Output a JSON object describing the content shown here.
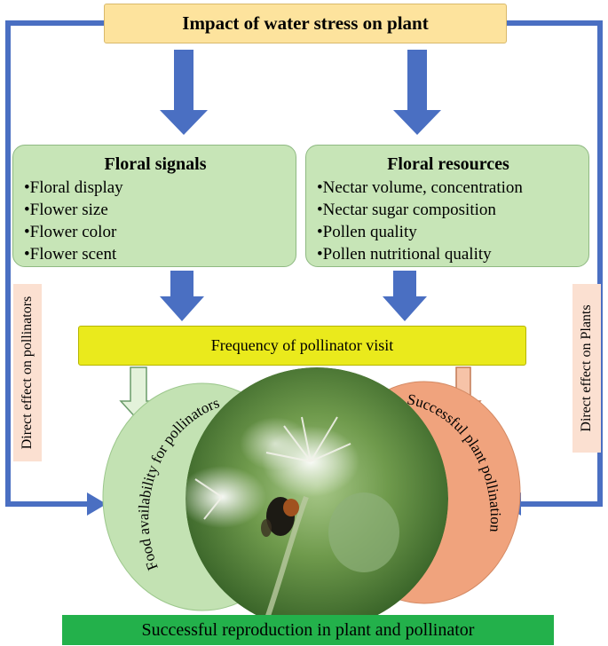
{
  "top_title": "Impact of water stress on plant",
  "floral_signals": {
    "title": "Floral signals",
    "items": [
      "•Floral display",
      "•Flower size",
      "•Flower color",
      "•Flower scent"
    ]
  },
  "floral_resources": {
    "title": "Floral resources",
    "items": [
      "•Nectar volume, concentration",
      "•Nectar sugar composition",
      "•Pollen quality",
      "•Pollen nutritional quality"
    ]
  },
  "frequency_label": "Frequency of pollinator visit",
  "left_side_label": "Direct effect on pollinators",
  "right_side_label": "Direct effect on Plants",
  "food_label": "Food availability for pollinators",
  "pollination_label": "Successful plant pollination",
  "bottom_label": "Successful reproduction in plant and pollinator",
  "photo": {
    "subject": "bee-on-thistle-photo"
  },
  "colors": {
    "top_box": "#fde39d",
    "green_box": "#c7e5b7",
    "frequency_box": "#eaea1c",
    "bottom_box": "#23b14b",
    "arrow_blue": "#4a6fc2",
    "left_circle": "#c3e2b3",
    "right_circle": "#f0a37d",
    "side_label_bg": "#fbe0d1"
  }
}
